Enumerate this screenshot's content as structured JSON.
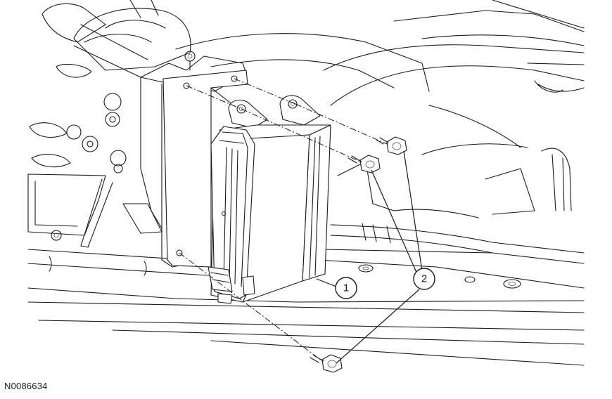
{
  "figure_id": "N0086634",
  "callouts": [
    {
      "label": "1",
      "part": "module"
    },
    {
      "label": "2",
      "part": "bolts"
    }
  ],
  "colors": {
    "line": "#1a1a1a",
    "background": "#ffffff"
  }
}
